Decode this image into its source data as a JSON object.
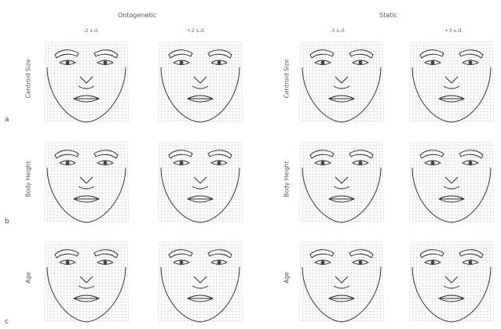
{
  "groups": [
    {
      "title": "Ontogenetic",
      "columns": [
        "-2 s.d.",
        "+2 s.d."
      ]
    },
    {
      "title": "Static",
      "columns": [
        "-3 s.d.",
        "+3 s.d."
      ]
    }
  ],
  "rows": [
    {
      "letter": "a",
      "label": "Centroid Size"
    },
    {
      "letter": "b",
      "label": "Body Height"
    },
    {
      "letter": "c",
      "label": "Age"
    }
  ],
  "colors": {
    "grid": "#d6d6d6",
    "outline": "#222222"
  }
}
